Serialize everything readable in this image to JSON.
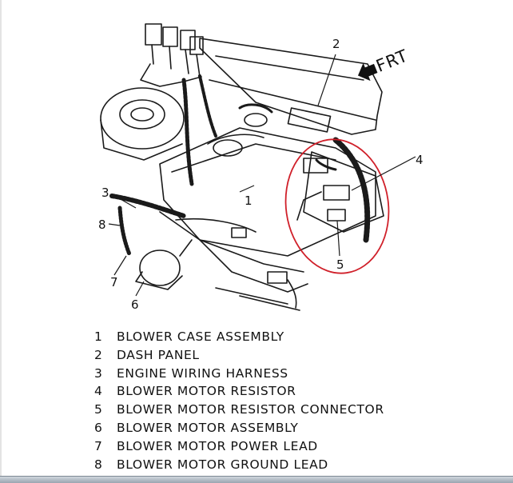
{
  "direction_label": "FRT",
  "highlight_color": "#d0202a",
  "legend": [
    {
      "number": "1",
      "label": "BLOWER CASE ASSEMBLY"
    },
    {
      "number": "2",
      "label": "DASH PANEL"
    },
    {
      "number": "3",
      "label": "ENGINE WIRING HARNESS"
    },
    {
      "number": "4",
      "label": "BLOWER MOTOR RESISTOR"
    },
    {
      "number": "5",
      "label": "BLOWER MOTOR RESISTOR CONNECTOR"
    },
    {
      "number": "6",
      "label": "BLOWER MOTOR ASSEMBLY"
    },
    {
      "number": "7",
      "label": "BLOWER MOTOR POWER LEAD"
    },
    {
      "number": "8",
      "label": "BLOWER MOTOR GROUND LEAD"
    }
  ]
}
